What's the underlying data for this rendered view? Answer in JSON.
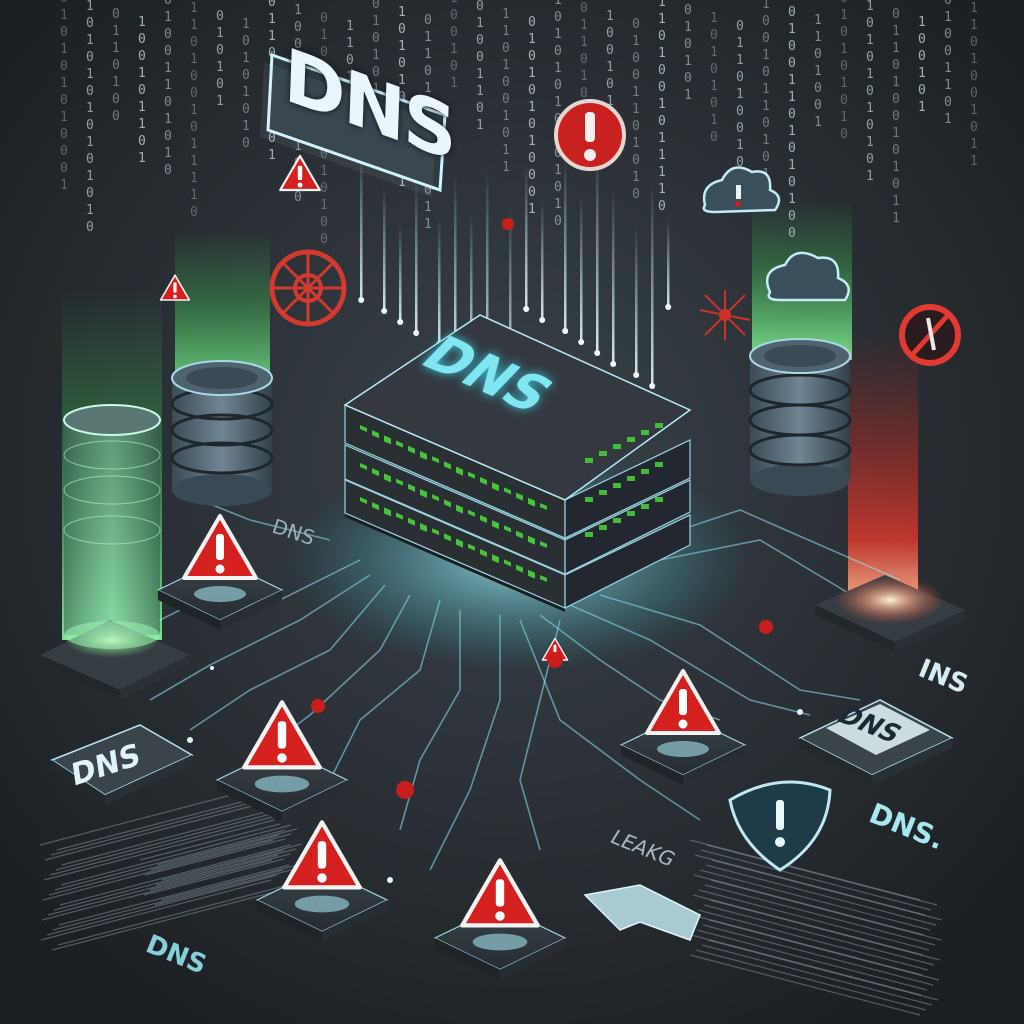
{
  "labels": {
    "title_sign": "DNS",
    "server_top": "DNS",
    "annotation_dns_upper": "DNS",
    "tile_dns_left": "DNS",
    "tile_dns_right": "DNS",
    "annotation_ins": "INS",
    "annotation_dns_dot": "DNS.",
    "annotation_leak": "LEAKG",
    "annotation_dns_bottom": "DNS"
  },
  "binary": {
    "streams": [
      "0101010100",
      "1010101010",
      "0110100101",
      "1001011010",
      "0100110101",
      "1101001011"
    ]
  },
  "colors": {
    "background": "#23282d",
    "accent_cyan": "#7fe3f0",
    "glow_green": "#6ee67a",
    "glow_red": "#e53a32",
    "alert_red": "#d4201e",
    "server_body": "#2c3136",
    "led_green": "#49d43a"
  },
  "icons": [
    "warning-icon",
    "blocked-icon",
    "shield-alert-icon",
    "cloud-icon",
    "arrow-icon",
    "database-icon",
    "server-icon"
  ]
}
